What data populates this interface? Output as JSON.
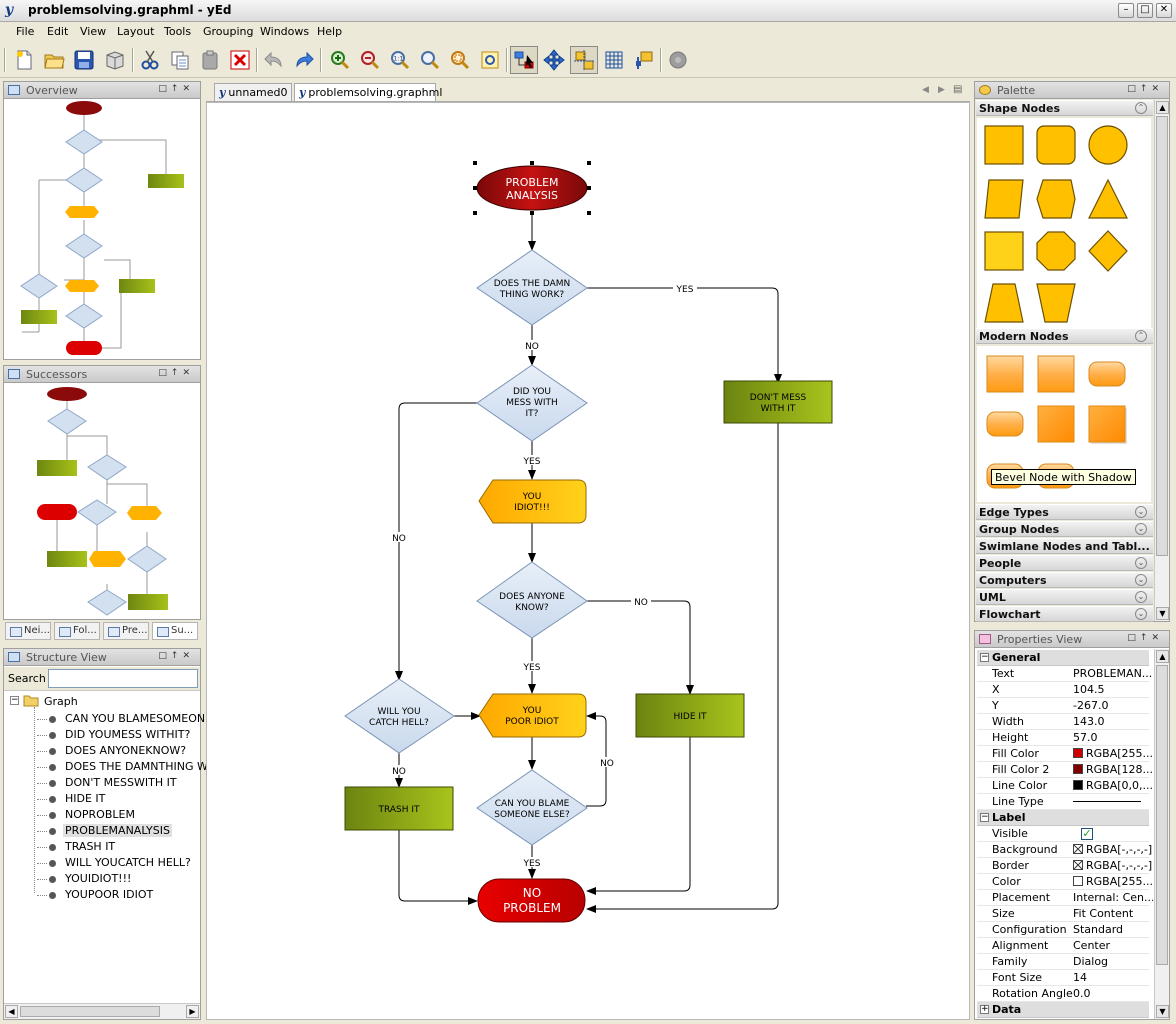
{
  "window": {
    "title": "problemsolving.graphml - yEd",
    "logo": "y"
  },
  "menu": [
    "File",
    "Edit",
    "View",
    "Layout",
    "Tools",
    "Grouping",
    "Windows",
    "Help"
  ],
  "toolbar": {
    "icons": [
      "new-document-icon",
      "open-folder-icon",
      "save-icon",
      "print-icon",
      "cut-icon",
      "copy-icon",
      "paste-icon",
      "delete-icon",
      "undo-icon",
      "redo-icon",
      "zoom-in-icon",
      "zoom-out-icon",
      "zoom-original-icon",
      "zoom-fit-icon",
      "zoom-area-icon",
      "fit-content-icon",
      "edit-mode-icon",
      "navigation-mode-icon",
      "snap-lines-icon",
      "grid-icon",
      "port-icon",
      "plugin-icon"
    ]
  },
  "panels": {
    "overview": {
      "title": "Overview"
    },
    "successors": {
      "title": "Successors"
    },
    "bottom_tabs": [
      "Nei...",
      "Fol...",
      "Pre...",
      "Su..."
    ],
    "structure": {
      "title": "Structure View",
      "search_label": "Search",
      "search_value": "",
      "root": "Graph",
      "items": [
        "CAN YOU BLAMESOMEONE E",
        "DID YOUMESS WITHIT?",
        "DOES ANYONEKNOW?",
        "DOES THE DAMNTHING WOR",
        "DON'T MESSWITH IT",
        "HIDE IT",
        "NOPROBLEM",
        "PROBLEMANALYSIS",
        "TRASH IT",
        "WILL YOUCATCH HELL?",
        "YOUIDIOT!!!",
        "YOUPOOR IDIOT"
      ],
      "selected": "PROBLEMANALYSIS"
    }
  },
  "tabs": [
    {
      "label": "unnamed0",
      "active": false
    },
    {
      "label": "problemsolving.graphml",
      "active": true
    }
  ],
  "canvas": {
    "nodes": {
      "problem_analysis": [
        "PROBLEM",
        "ANALYSIS"
      ],
      "does_damn": [
        "DOES THE DAMN",
        "THING WORK?"
      ],
      "dont_mess": [
        "DON'T MESS",
        "WITH IT"
      ],
      "did_you_mess": [
        "DID YOU",
        "MESS WITH",
        "IT?"
      ],
      "you_idiot": [
        "YOU",
        "IDIOT!!!"
      ],
      "does_anyone": [
        "DOES ANYONE",
        "KNOW?"
      ],
      "will_you_catch": [
        "WILL YOU",
        "CATCH HELL?"
      ],
      "you_poor_idiot": [
        "YOU",
        "POOR IDIOT"
      ],
      "hide_it": [
        "HIDE IT"
      ],
      "can_you_blame": [
        "CAN YOU BLAME",
        "SOMEONE ELSE?"
      ],
      "trash_it": [
        "TRASH IT"
      ],
      "no_problem": [
        "NO",
        "PROBLEM"
      ]
    },
    "edge_labels": {
      "yes1": "YES",
      "no1": "NO",
      "yes2": "YES",
      "no2": "NO",
      "no3": "NO",
      "yes3": "YES",
      "no4": "NO",
      "no5": "NO",
      "yes4": "YES"
    }
  },
  "palette": {
    "title": "Palette",
    "sections": {
      "shape": "Shape Nodes",
      "modern": "Modern Nodes",
      "collapsed": [
        "Edge Types",
        "Group Nodes",
        "Swimlane Nodes and Tabl...",
        "People",
        "Computers",
        "UML",
        "Flowchart"
      ]
    },
    "tooltip": "Bevel Node with Shadow"
  },
  "properties": {
    "title": "Properties View",
    "groups": {
      "general": "General",
      "label": "Label",
      "data": "Data"
    },
    "general_rows": [
      {
        "key": "Text",
        "value": "PROBLEMAN..."
      },
      {
        "key": "X",
        "value": "104.5"
      },
      {
        "key": "Y",
        "value": "-267.0"
      },
      {
        "key": "Width",
        "value": "143.0"
      },
      {
        "key": "Height",
        "value": "57.0"
      },
      {
        "key": "Fill Color",
        "value": "RGBA[255...",
        "swatch": "#cc0000"
      },
      {
        "key": "Fill Color 2",
        "value": "RGBA[128...",
        "swatch": "#800000"
      },
      {
        "key": "Line Color",
        "value": "RGBA[0,0,...",
        "swatch": "#000000"
      },
      {
        "key": "Line Type",
        "value": ""
      }
    ],
    "label_rows": [
      {
        "key": "Visible",
        "value": ""
      },
      {
        "key": "Background",
        "value": "RGBA[-,-,-,-]",
        "swatch": "none"
      },
      {
        "key": "Border",
        "value": "RGBA[-,-,-,-]",
        "swatch": "none"
      },
      {
        "key": "Color",
        "value": "RGBA[255...",
        "swatch": "#ffffff"
      },
      {
        "key": "Placement",
        "value": "Internal: Cen..."
      },
      {
        "key": "Size",
        "value": "Fit Content"
      },
      {
        "key": "Configuration",
        "value": "Standard"
      },
      {
        "key": "Alignment",
        "value": "Center"
      },
      {
        "key": "Family",
        "value": "Dialog"
      },
      {
        "key": "Font Size",
        "value": "14"
      },
      {
        "key": "Rotation Angle",
        "value": "0.0"
      }
    ]
  },
  "colors": {
    "accent_blue": "#123b80",
    "node_red": "#cc0000",
    "node_yellow": "#ffc200",
    "node_green": "#8aa60a",
    "diamond": "#d5e2f1"
  }
}
